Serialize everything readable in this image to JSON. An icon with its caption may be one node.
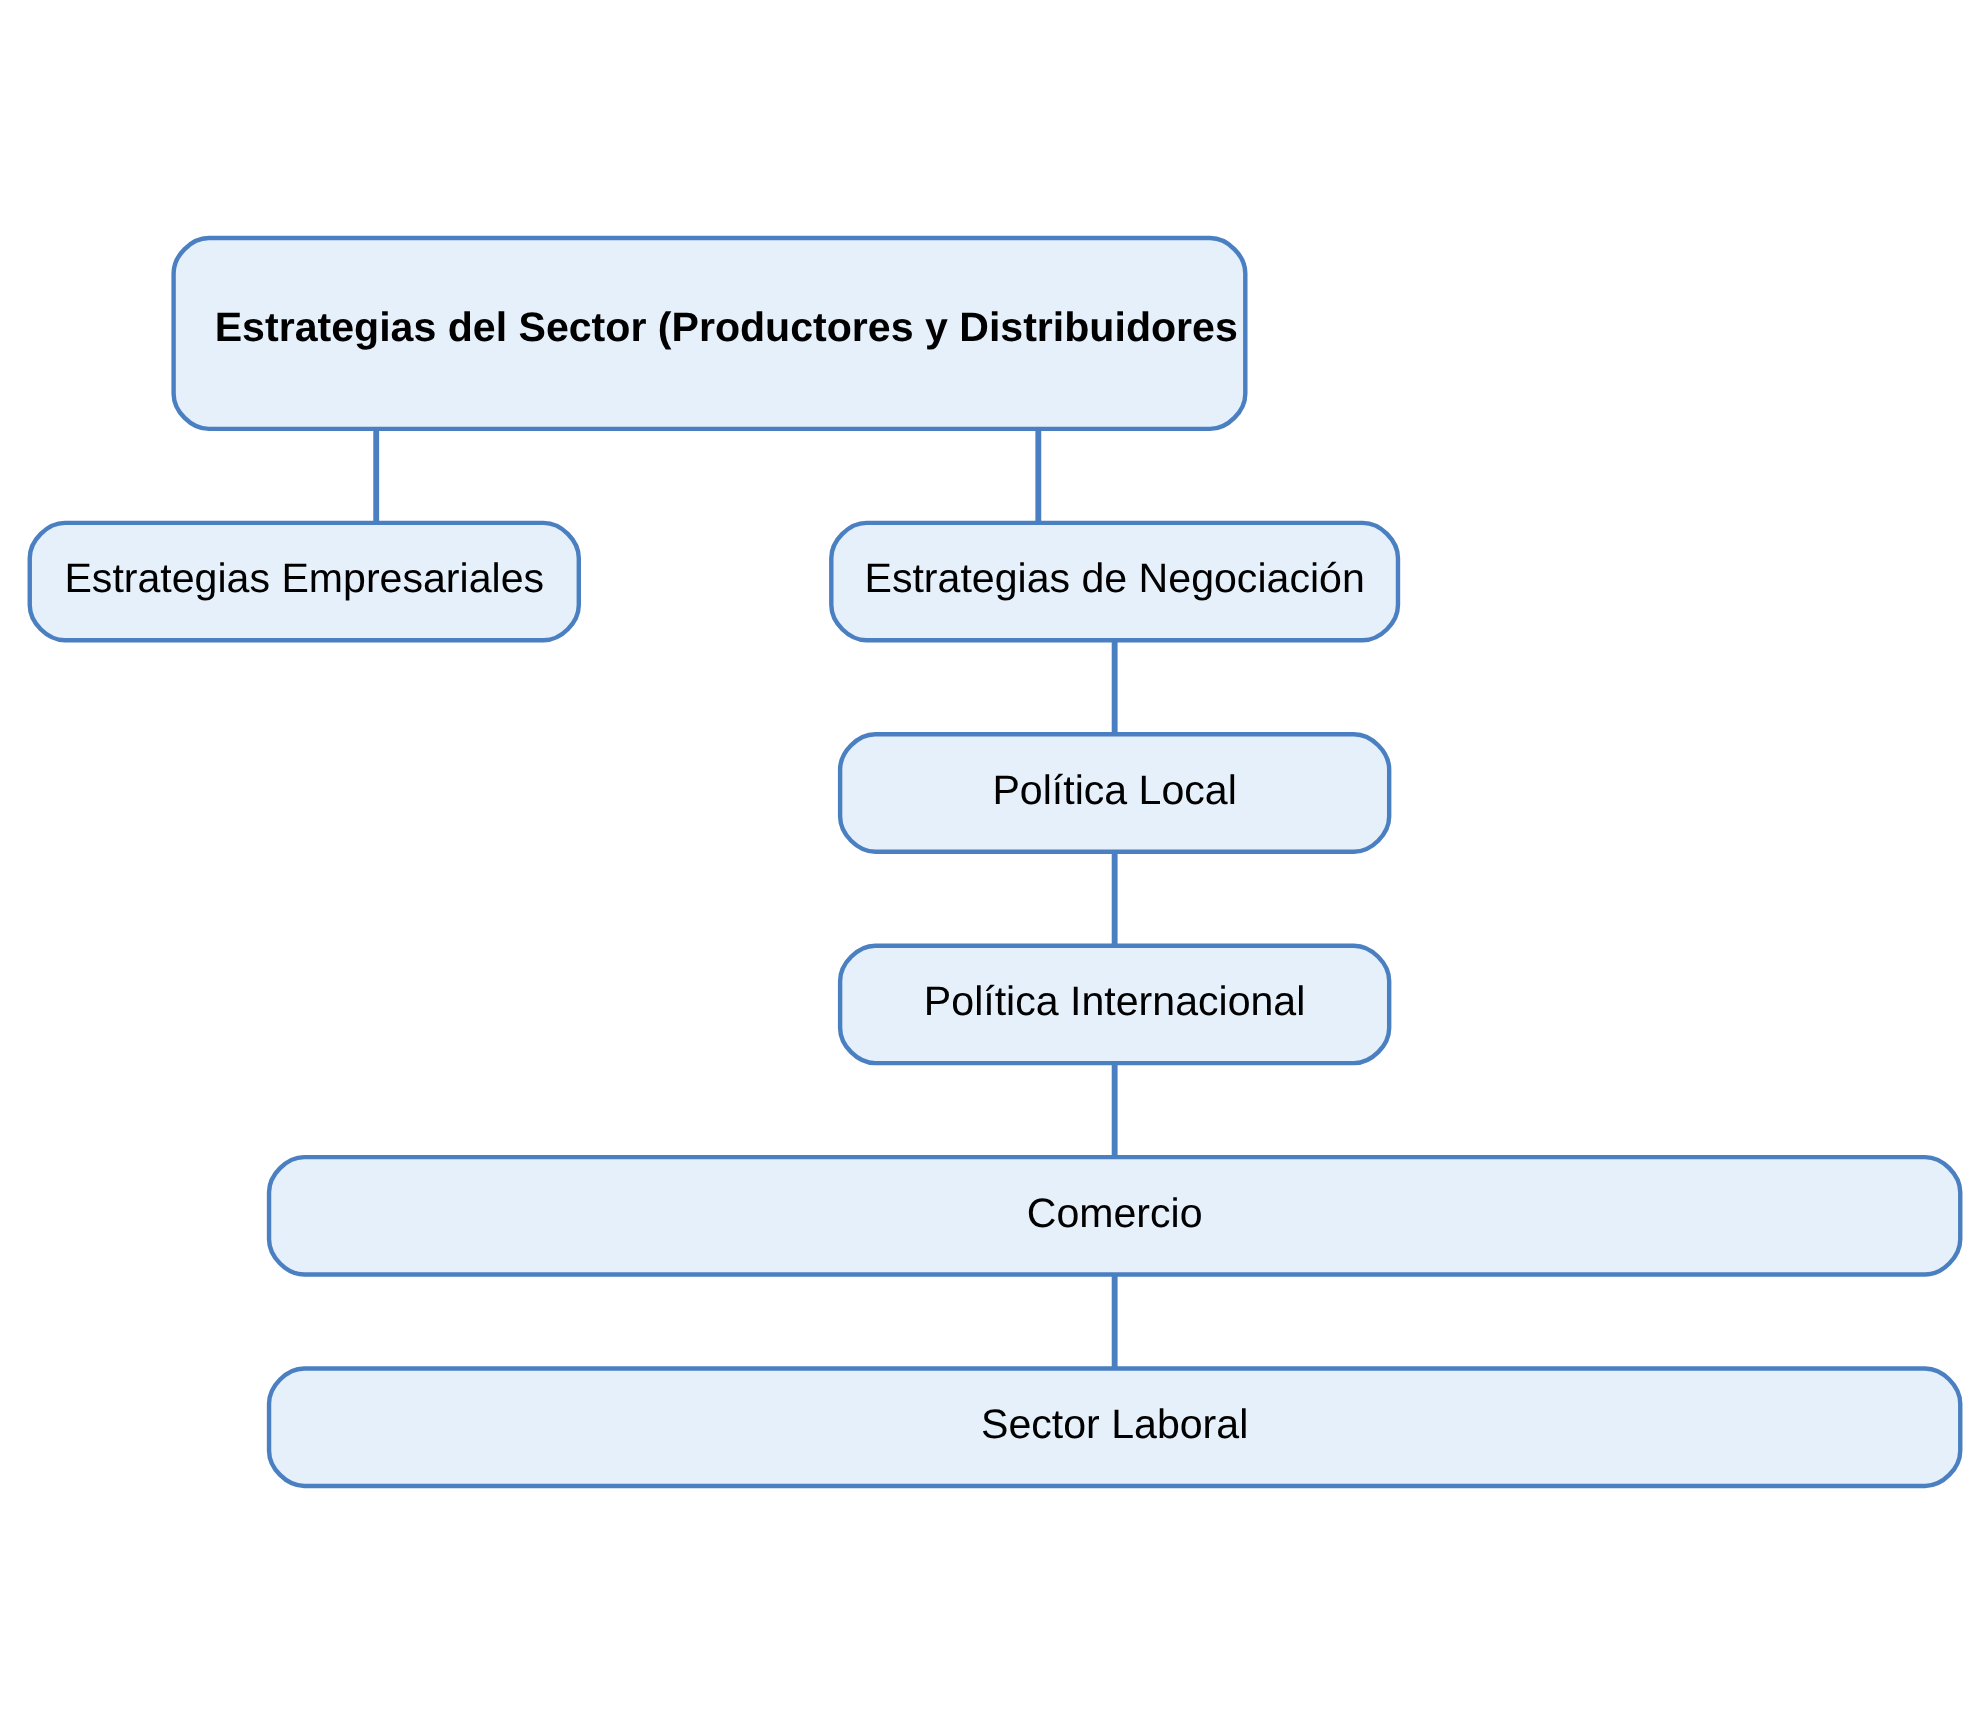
{
  "diagram": {
    "nodes": [
      {
        "text": [
          "Estrategias del Sector (Productores y Distribuidores"
        ]
      },
      {
        "text": [
          "Estrategias Empresariales"
        ]
      },
      {
        "text": [
          "Estrategias de Negociación"
        ]
      },
      {
        "text": [
          "Política Local"
        ]
      },
      {
        "text": [
          "Política Internacional"
        ]
      },
      {
        "text": [
          "Comercio"
        ]
      },
      {
        "text": [
          "Sector Laboral"
        ]
      }
    ],
    "edges": [
      {
        "from": 0,
        "to": 1,
        "arrow": "none"
      },
      {
        "from": 0,
        "to": 2,
        "arrow": "none"
      },
      {
        "from": 2,
        "to": 3,
        "arrow": "none"
      },
      {
        "from": 3,
        "to": 4,
        "arrow": "none"
      },
      {
        "from": 4,
        "to": 5,
        "arrow": "none"
      },
      {
        "from": 5,
        "to": 6,
        "arrow": "none"
      }
    ]
  }
}
